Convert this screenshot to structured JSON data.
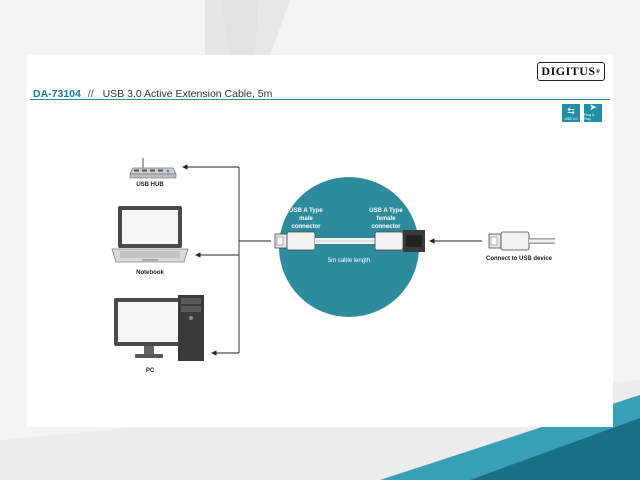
{
  "header": {
    "product_code": "DA-73104",
    "separator": "//",
    "title": "USB 3.0 Active Extension Cable, 5m",
    "brand": "DIGITUS",
    "brand_reg": "®"
  },
  "badges": {
    "usb": "USB 3.0",
    "plug": "Plug & Play"
  },
  "devices": {
    "hub": "USB HUB",
    "notebook": "Notebook",
    "pc": "PC"
  },
  "cable": {
    "male_line1": "USB A Type",
    "male_line2": "male",
    "male_line3": "connector",
    "female_line1": "USB A Type",
    "female_line2": "female",
    "female_line3": "connector",
    "length": "5m cable length"
  },
  "target": {
    "label": "Connect to USB device"
  },
  "colors": {
    "teal": "#1f8fa8",
    "circle": "#2e8b9e",
    "deco_dark": "#1a6f86",
    "deco_light": "#3aa0b8"
  }
}
